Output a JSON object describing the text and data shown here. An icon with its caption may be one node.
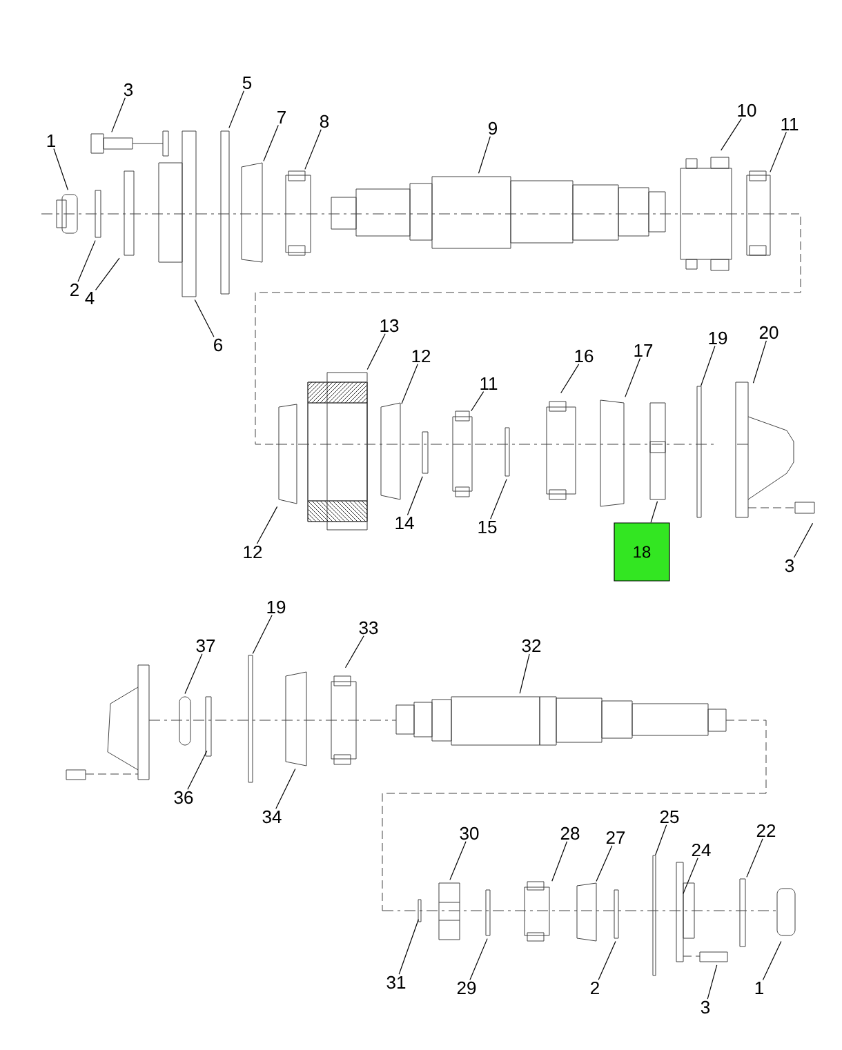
{
  "diagram": {
    "nodes": [
      {
        "text": [
          "1"
        ]
      },
      {
        "text": [
          "3"
        ]
      },
      {
        "text": [
          "5"
        ]
      },
      {
        "text": [
          "7"
        ]
      },
      {
        "text": [
          "8"
        ]
      },
      {
        "text": [
          "9"
        ]
      },
      {
        "text": [
          "10"
        ]
      },
      {
        "text": [
          "11"
        ]
      },
      {
        "text": [
          "2"
        ]
      },
      {
        "text": [
          "4"
        ]
      },
      {
        "text": [
          "6"
        ]
      },
      {
        "text": [
          "13"
        ]
      },
      {
        "text": [
          "12"
        ]
      },
      {
        "text": [
          "11"
        ]
      },
      {
        "text": [
          "16"
        ]
      },
      {
        "text": [
          "17"
        ]
      },
      {
        "text": [
          "19"
        ]
      },
      {
        "text": [
          "20"
        ]
      },
      {
        "text": [
          "12"
        ]
      },
      {
        "text": [
          "14"
        ]
      },
      {
        "text": [
          "15"
        ]
      },
      {
        "text": [
          "18"
        ]
      },
      {
        "text": [
          "3"
        ]
      },
      {
        "text": [
          "19"
        ]
      },
      {
        "text": [
          "37"
        ]
      },
      {
        "text": [
          "33"
        ]
      },
      {
        "text": [
          "32"
        ]
      },
      {
        "text": [
          "36"
        ]
      },
      {
        "text": [
          "34"
        ]
      },
      {
        "text": [
          "25"
        ]
      },
      {
        "text": [
          "30"
        ]
      },
      {
        "text": [
          "28"
        ]
      },
      {
        "text": [
          "27"
        ]
      },
      {
        "text": [
          "24"
        ]
      },
      {
        "text": [
          "22"
        ]
      },
      {
        "text": [
          "31"
        ]
      },
      {
        "text": [
          "29"
        ]
      },
      {
        "text": [
          "2"
        ]
      },
      {
        "text": [
          "3"
        ]
      },
      {
        "text": [
          "1"
        ]
      }
    ],
    "edges": [
      {
        "from": 0,
        "to": null,
        "arrow": "none"
      },
      {
        "from": 1,
        "to": null,
        "arrow": "none"
      },
      {
        "from": 2,
        "to": null,
        "arrow": "none"
      },
      {
        "from": 3,
        "to": null,
        "arrow": "none"
      },
      {
        "from": 4,
        "to": null,
        "arrow": "none"
      },
      {
        "from": 5,
        "to": null,
        "arrow": "none"
      },
      {
        "from": 6,
        "to": null,
        "arrow": "none"
      },
      {
        "from": 7,
        "to": null,
        "arrow": "none"
      },
      {
        "from": 8,
        "to": null,
        "arrow": "none"
      },
      {
        "from": 9,
        "to": null,
        "arrow": "none"
      },
      {
        "from": 10,
        "to": null,
        "arrow": "none"
      },
      {
        "from": 11,
        "to": null,
        "arrow": "none"
      },
      {
        "from": 12,
        "to": null,
        "arrow": "none"
      },
      {
        "from": 13,
        "to": null,
        "arrow": "none"
      },
      {
        "from": 14,
        "to": null,
        "arrow": "none"
      },
      {
        "from": 15,
        "to": null,
        "arrow": "none"
      },
      {
        "from": 16,
        "to": null,
        "arrow": "none"
      },
      {
        "from": 17,
        "to": null,
        "arrow": "none"
      },
      {
        "from": 18,
        "to": null,
        "arrow": "none"
      },
      {
        "from": 19,
        "to": null,
        "arrow": "none"
      },
      {
        "from": 20,
        "to": null,
        "arrow": "none"
      },
      {
        "from": 21,
        "to": null,
        "arrow": "none"
      },
      {
        "from": 22,
        "to": null,
        "arrow": "none"
      },
      {
        "from": 23,
        "to": null,
        "arrow": "none"
      },
      {
        "from": 24,
        "to": null,
        "arrow": "none"
      },
      {
        "from": 25,
        "to": null,
        "arrow": "none"
      },
      {
        "from": 26,
        "to": null,
        "arrow": "none"
      },
      {
        "from": 27,
        "to": null,
        "arrow": "none"
      },
      {
        "from": 28,
        "to": null,
        "arrow": "none"
      },
      {
        "from": 29,
        "to": null,
        "arrow": "none"
      },
      {
        "from": 30,
        "to": null,
        "arrow": "none"
      },
      {
        "from": 31,
        "to": null,
        "arrow": "none"
      },
      {
        "from": 32,
        "to": null,
        "arrow": "none"
      },
      {
        "from": 33,
        "to": null,
        "arrow": "none"
      },
      {
        "from": 34,
        "to": null,
        "arrow": "none"
      },
      {
        "from": 35,
        "to": null,
        "arrow": "none"
      },
      {
        "from": 36,
        "to": null,
        "arrow": "none"
      },
      {
        "from": 37,
        "to": null,
        "arrow": "none"
      },
      {
        "from": 38,
        "to": null,
        "arrow": "none"
      },
      {
        "from": 39,
        "to": null,
        "arrow": "none"
      }
    ]
  }
}
